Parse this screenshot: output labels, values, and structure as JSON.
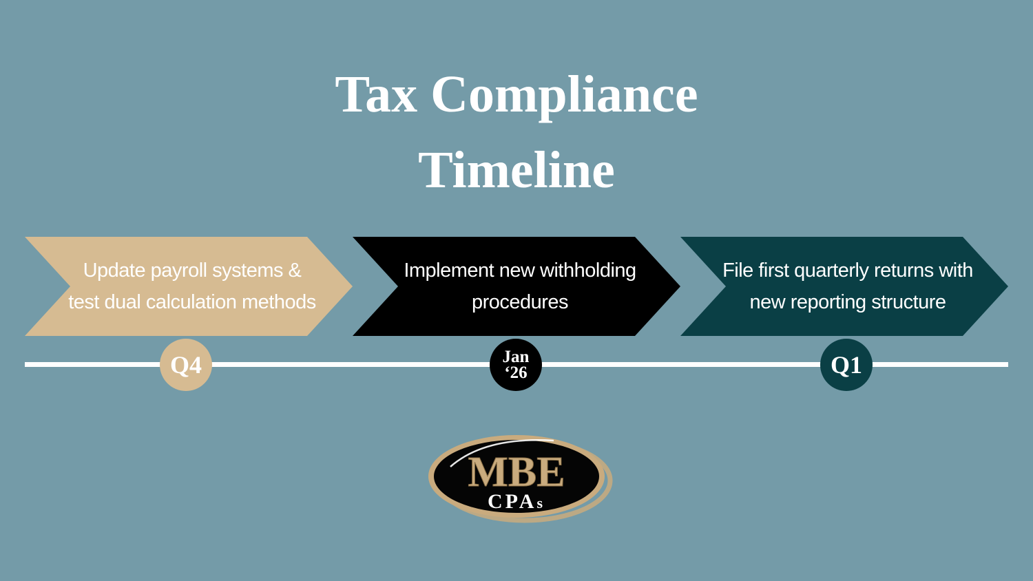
{
  "title": {
    "line1": "Tax Compliance",
    "line2": "Timeline"
  },
  "steps": [
    {
      "text": "Update payroll systems & test dual calculation methods",
      "color": "#d6bb92"
    },
    {
      "text": "Implement new withholding procedures",
      "color": "#000000"
    },
    {
      "text": "File first quarterly returns with new reporting structure",
      "color": "#0a3f45"
    }
  ],
  "markers": [
    {
      "line1": "Q4"
    },
    {
      "line1": "Jan",
      "line2": "‘26"
    },
    {
      "line1": "Q1"
    }
  ],
  "colors": {
    "background": "#749ba8",
    "gold": "#d6bb92",
    "black": "#000000",
    "teal": "#0a3f45",
    "white": "#ffffff"
  },
  "logo": {
    "text_main": "MBE",
    "text_sub": "CPAs"
  }
}
